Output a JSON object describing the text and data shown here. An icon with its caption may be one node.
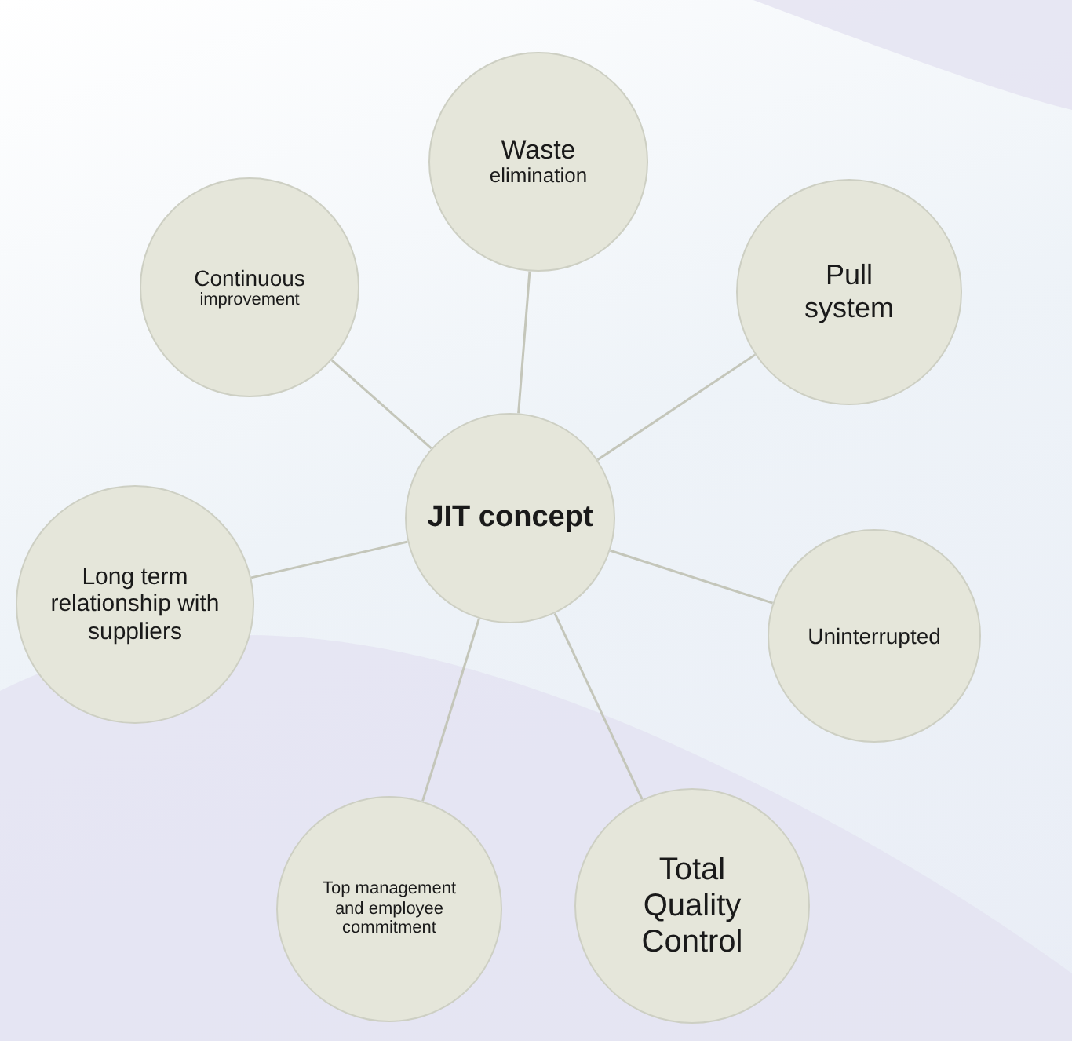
{
  "diagram": {
    "nodes": [
      {
        "text": [
          "JIT concept"
        ]
      },
      {
        "text": [
          "Waste",
          "elimination"
        ]
      },
      {
        "text": [
          "Pull system"
        ]
      },
      {
        "text": [
          "Uninterrupted"
        ]
      },
      {
        "text": [
          "Total Quality Control"
        ]
      },
      {
        "text": [
          "Top management and employee commitment"
        ]
      },
      {
        "text": [
          "Long term relationship with suppliers"
        ]
      },
      {
        "text": [
          "Continuous",
          "improvement"
        ]
      }
    ],
    "edges": [
      {
        "from": 0,
        "to": 1,
        "arrow": "none"
      },
      {
        "from": 0,
        "to": 2,
        "arrow": "none"
      },
      {
        "from": 0,
        "to": 3,
        "arrow": "none"
      },
      {
        "from": 0,
        "to": 4,
        "arrow": "none"
      },
      {
        "from": 0,
        "to": 5,
        "arrow": "none"
      },
      {
        "from": 0,
        "to": 6,
        "arrow": "none"
      },
      {
        "from": 0,
        "to": 7,
        "arrow": "none"
      }
    ]
  }
}
